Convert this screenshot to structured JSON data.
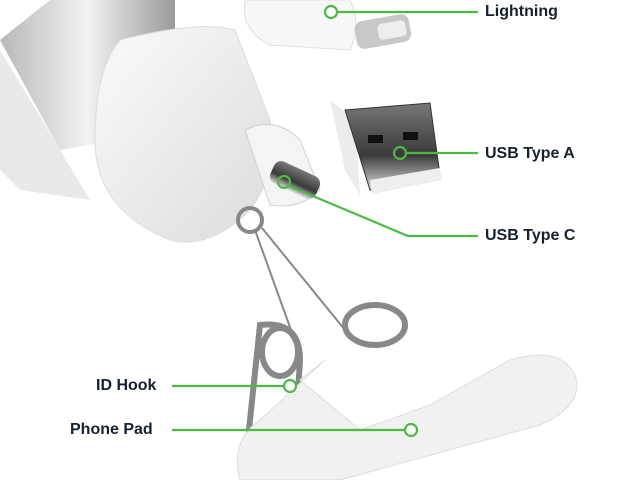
{
  "accent_color": "#4cb944",
  "label_color": "#16202e",
  "callouts": {
    "lightning": "Lightning",
    "usb_a": "USB Type A",
    "usb_c": "USB Type C",
    "id_hook": "ID Hook",
    "phone_pad": "Phone Pad"
  }
}
